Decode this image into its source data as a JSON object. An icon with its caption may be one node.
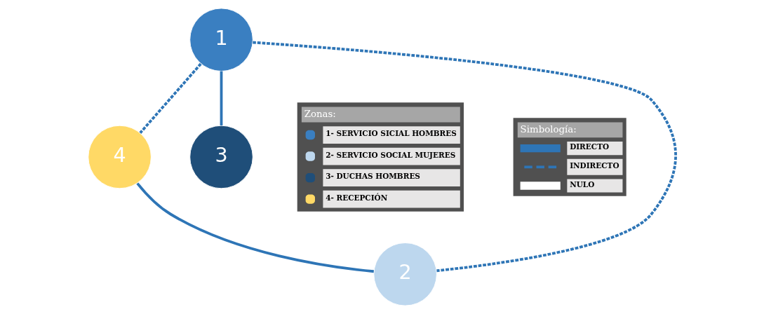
{
  "diagram": {
    "nodes": [
      {
        "text": [
          "1"
        ]
      },
      {
        "text": [
          "4"
        ]
      },
      {
        "text": [
          "3"
        ]
      },
      {
        "text": [
          "2"
        ]
      }
    ],
    "edges": [
      {
        "from": 0,
        "to": 1,
        "arrow": "none",
        "style": "dashed"
      },
      {
        "from": 0,
        "to": 2,
        "arrow": "none"
      },
      {
        "from": 0,
        "to": 3,
        "arrow": "none",
        "style": "dashed"
      },
      {
        "from": 1,
        "to": 3,
        "arrow": "none"
      }
    ],
    "labels": [
      "Zonas:",
      "Simbología:"
    ],
    "legend": [
      {
        "text": "1- SERVICIO SICIAL HOMBRES",
        "color": "#3a7fc1"
      },
      {
        "text": "2- SERVICIO SOCIAL MUJERES",
        "color": "#bdd7ee"
      },
      {
        "text": "3- DUCHAS HOMBRES",
        "color": "#1f4e79"
      },
      {
        "text": "4- RECEPCIÓN",
        "color": "#ffd966"
      },
      {
        "text": "DIRECTO"
      },
      {
        "text": "INDIRECTO"
      },
      {
        "text": "NULO"
      }
    ]
  }
}
